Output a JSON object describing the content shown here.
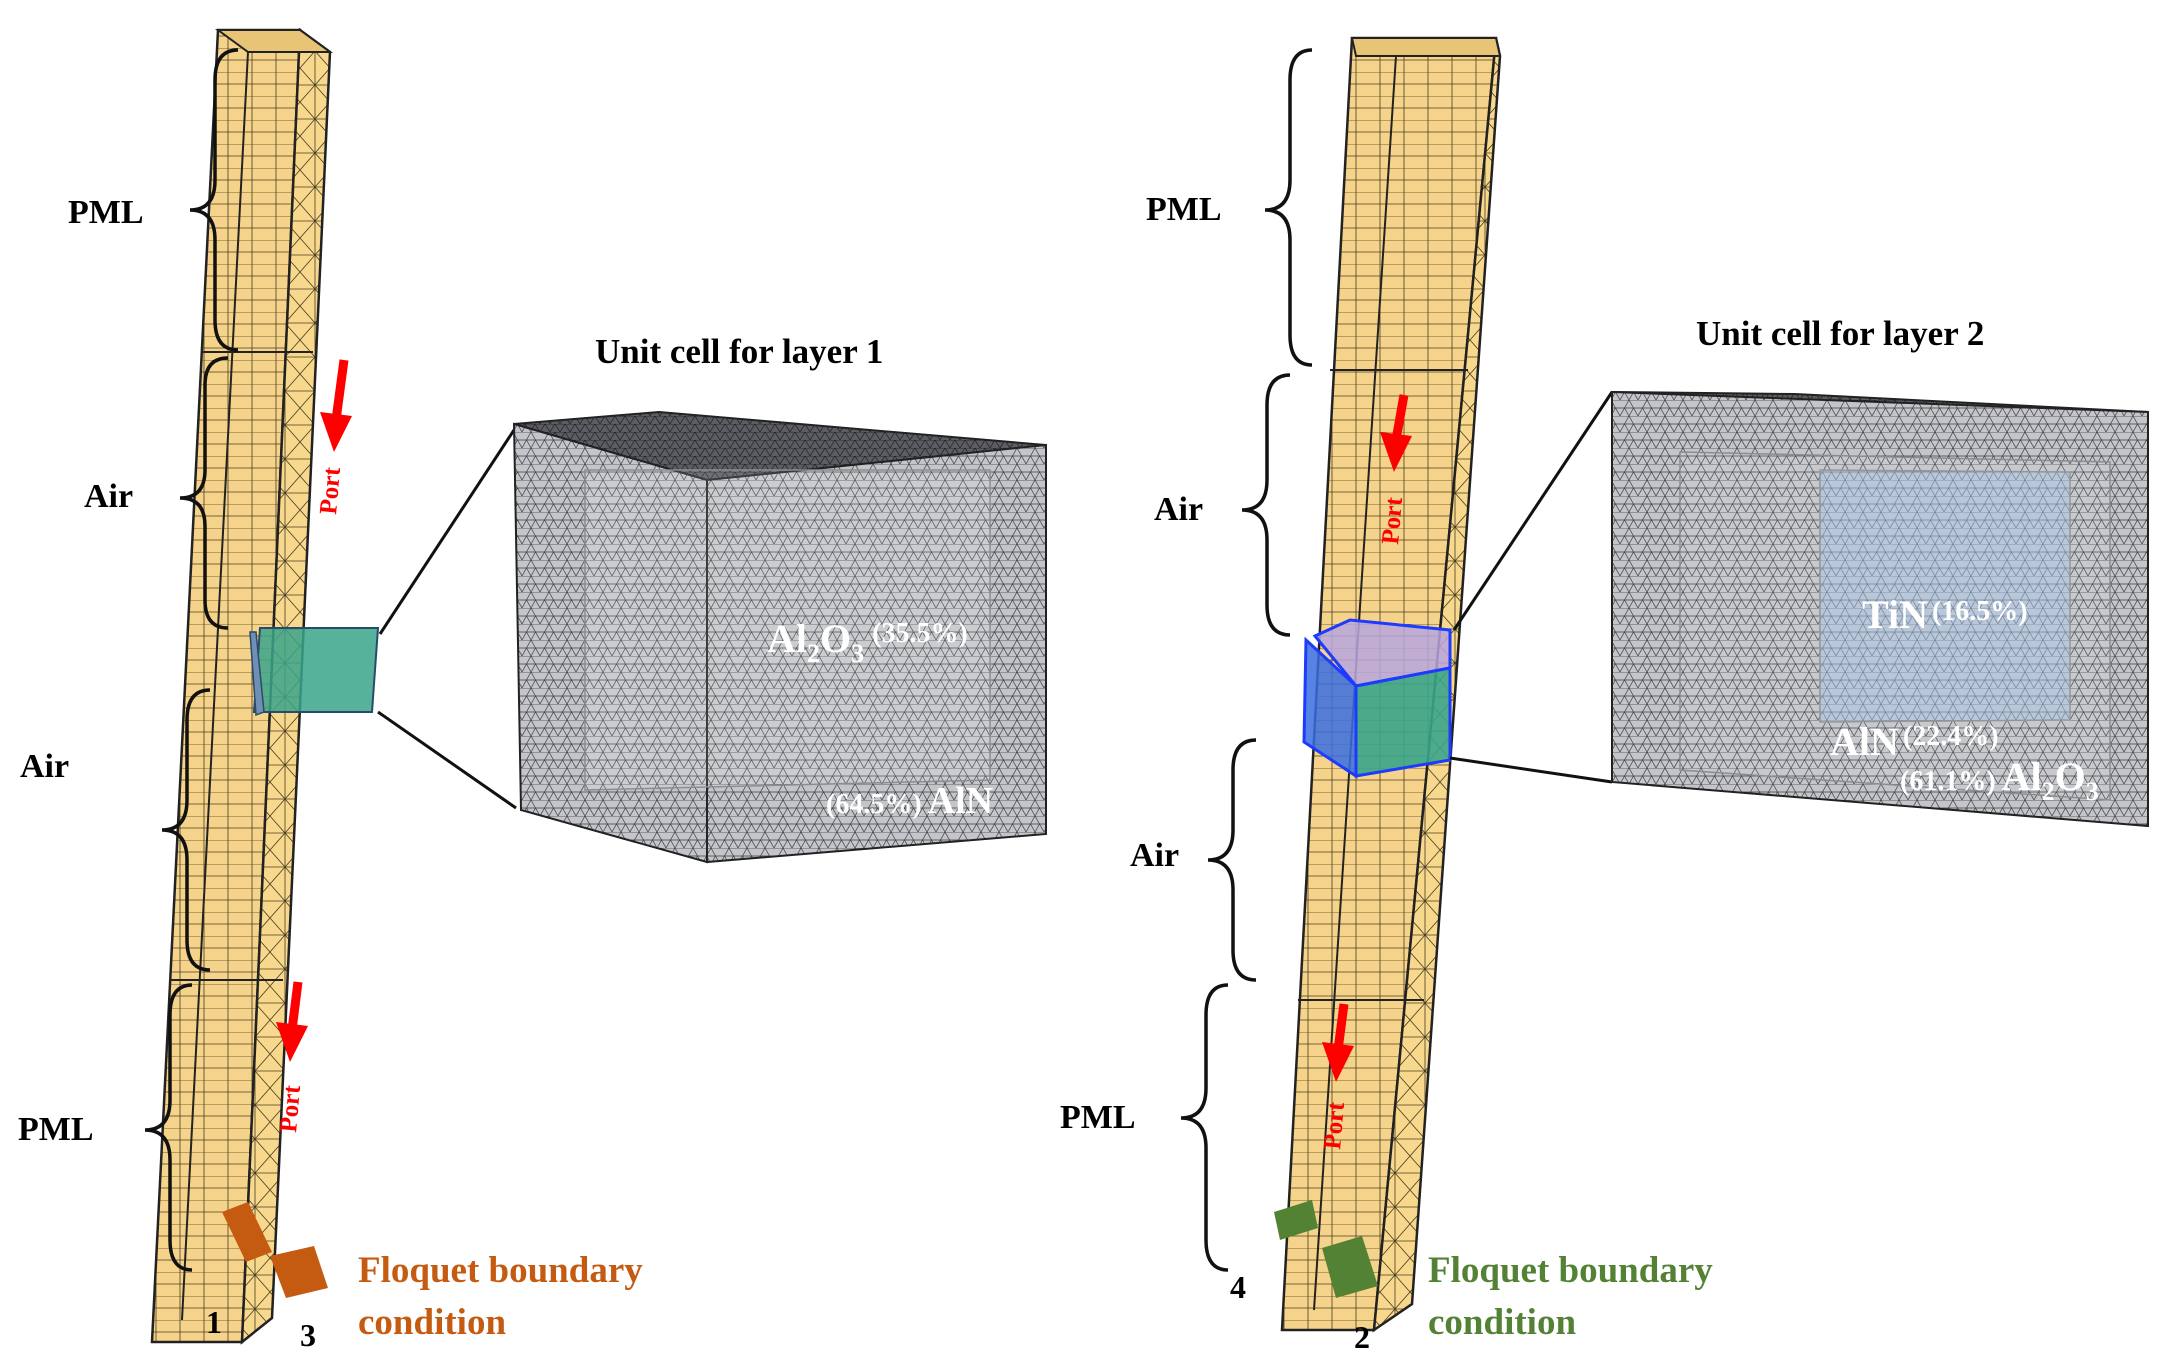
{
  "left": {
    "title": "Unit cell for layer 1",
    "regions": [
      "PML",
      "Air",
      "Air",
      "PML"
    ],
    "port": "Port",
    "boundary": [
      "Floquet boundary",
      "condition"
    ],
    "corner_a": "1",
    "corner_b": "3",
    "material_1": {
      "name": "Al",
      "sub1": "2",
      "mid": "O",
      "sub2": "3",
      "pct": "(35.5%)"
    },
    "material_2": {
      "pct": "(64.5%)",
      "name": "AlN"
    }
  },
  "right": {
    "title": "Unit cell for layer 2",
    "regions": [
      "PML",
      "Air",
      "Air",
      "PML"
    ],
    "port": "Port",
    "boundary": [
      "Floquet boundary",
      "condition"
    ],
    "corner_a": "4",
    "corner_b": "2",
    "material_1": {
      "name": "TiN",
      "pct": "(16.5%)"
    },
    "material_2": {
      "name": "AlN",
      "pct": "(22.4%)"
    },
    "material_3": {
      "pct": "(61.1%)",
      "name": "Al",
      "sub1": "2",
      "mid": "O",
      "sub2": "3"
    }
  },
  "colors": {
    "column_fill": "#f9d98c",
    "mesh_line": "#3a3320",
    "port_arrow": "#ff0000",
    "floquet_left": "#c55a11",
    "floquet_right": "#548235",
    "cell_left_highlight": "#3aa58a",
    "cell_right_highlight": "#2f5dff",
    "cube_face": "#c4c6ca"
  }
}
